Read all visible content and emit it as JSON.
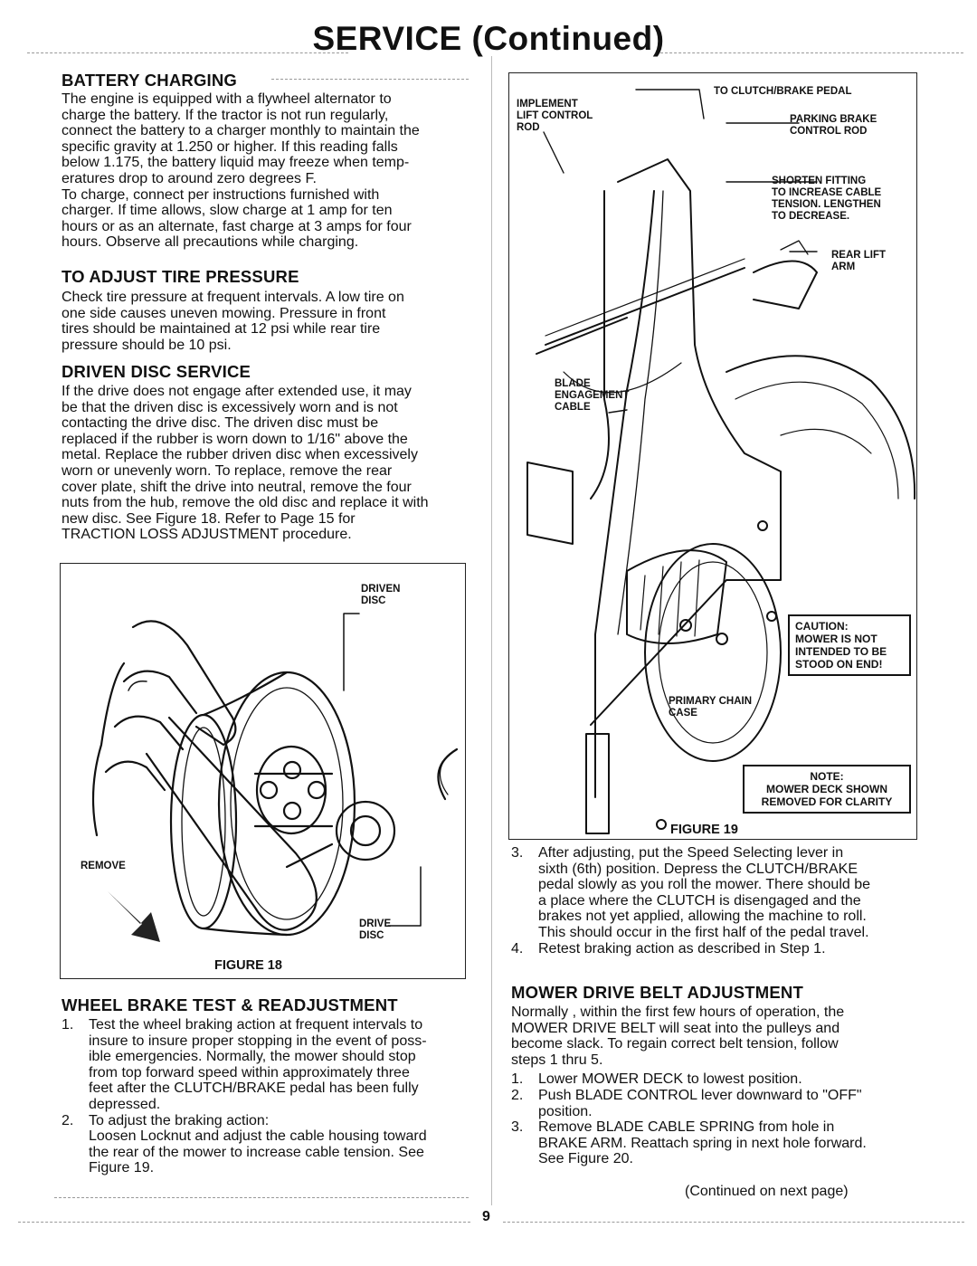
{
  "page_title": "SERVICE (Continued)",
  "page_number": "9",
  "battery": {
    "heading": "BATTERY CHARGING",
    "lines": [
      "The engine is equipped with a flywheel alternator to",
      "charge the battery.  If the tractor is not run regularly,",
      "connect the battery to a charger monthly to maintain the",
      "specific gravity at 1.250 or higher.  If this reading falls",
      "below 1.175, the battery liquid may freeze when temp-",
      "eratures drop to around zero degrees F.",
      "To charge, connect per instructions furnished with",
      "charger.  If time allows, slow charge at 1 amp for ten",
      "hours or as an alternate, fast charge at 3 amps for four",
      "hours.  Observe all precautions while charging."
    ]
  },
  "tire": {
    "heading": "TO ADJUST TIRE PRESSURE",
    "lines": [
      "Check tire pressure at frequent intervals.  A low tire on",
      "one side causes uneven mowing.  Pressure in front",
      "tires should be maintained at 12 psi while rear tire",
      "pressure should be 10 psi."
    ]
  },
  "disc": {
    "heading": "DRIVEN DISC SERVICE",
    "lines": [
      "If the drive does not engage after extended use, it may",
      "be that the driven disc is excessively worn and is not",
      "contacting the drive disc.  The driven disc must be",
      "replaced if the rubber is worn down to 1/16\" above the",
      "metal.  Replace the rubber driven disc when excessively",
      "worn or unevenly worn.  To replace, remove the rear",
      "cover plate, shift the drive into neutral, remove the four",
      "nuts from the hub, remove the old disc and replace it with",
      "new disc.  See Figure 18.  Refer to Page 15 for",
      "TRACTION LOSS ADJUSTMENT procedure."
    ]
  },
  "figure18": {
    "caption": "FIGURE 18",
    "driven_disc": [
      "DRIVEN",
      "DISC"
    ],
    "remove": "REMOVE",
    "drive_disc": [
      "DRIVE",
      "DISC"
    ]
  },
  "wheel_brake": {
    "heading": "WHEEL BRAKE TEST & READJUSTMENT",
    "items": [
      {
        "num": "1.",
        "lines": [
          "Test the wheel braking action at frequent intervals to",
          "insure to insure proper stopping in the event of poss-",
          "ible emergencies.  Normally, the mower should stop",
          "from top forward speed within approximately three",
          "feet after the CLUTCH/BRAKE pedal has been fully",
          "depressed."
        ]
      },
      {
        "num": "2.",
        "lines": [
          "To adjust the braking action:"
        ]
      },
      {
        "num": "",
        "lines": [
          "Loosen Locknut and adjust the cable housing toward",
          "the rear of the mower to increase cable tension.  See",
          "Figure 19."
        ]
      }
    ]
  },
  "figure19": {
    "caption": "FIGURE 19",
    "implement": [
      "IMPLEMENT",
      "LIFT CONTROL",
      "ROD"
    ],
    "clutch_brake": "TO CLUTCH/BRAKE PEDAL",
    "parking_brake": [
      "PARKING BRAKE",
      "CONTROL ROD"
    ],
    "shorten": [
      "SHORTEN FITTING",
      "TO INCREASE CABLE",
      "TENSION. LENGTHEN",
      "TO DECREASE."
    ],
    "rear_lift": [
      "REAR LIFT",
      "ARM"
    ],
    "blade_cable": [
      "BLADE",
      "ENGAGEMENT",
      "CABLE"
    ],
    "caution": [
      "CAUTION:",
      "MOWER IS NOT",
      "INTENDED TO BE",
      "STOOD ON END!"
    ],
    "primary_chain": [
      "PRIMARY CHAIN",
      "CASE"
    ],
    "note": [
      "NOTE:",
      "MOWER DECK SHOWN",
      "REMOVED FOR CLARITY"
    ]
  },
  "steps_cont": {
    "items": [
      {
        "num": "3.",
        "lines": [
          "After adjusting, put the Speed Selecting lever in",
          "sixth (6th) position.  Depress the CLUTCH/BRAKE",
          "pedal slowly as you roll the mower.  There should be",
          "a place where the CLUTCH is disengaged and the",
          "brakes not yet applied, allowing the machine to roll.",
          "This should occur in the first half of the pedal travel."
        ]
      },
      {
        "num": "4.",
        "lines": [
          "Retest braking action as described in Step 1."
        ]
      }
    ]
  },
  "belt": {
    "heading": "MOWER DRIVE BELT ADJUSTMENT",
    "intro": [
      "Normally , within the first few hours of operation, the",
      "MOWER DRIVE BELT will seat into the pulleys and",
      "become slack. To regain correct belt tension, follow",
      "steps 1 thru 5."
    ],
    "items": [
      {
        "num": "1.",
        "lines": [
          "Lower MOWER DECK to lowest position."
        ]
      },
      {
        "num": "2.",
        "lines": [
          "Push BLADE CONTROL lever downward to \"OFF\"",
          "position."
        ]
      },
      {
        "num": "3.",
        "lines": [
          "Remove BLADE CABLE SPRING from hole in",
          "BRAKE ARM. Reattach spring in next hole forward.",
          "See Figure 20."
        ]
      }
    ],
    "continued": "(Continued on next page)"
  }
}
